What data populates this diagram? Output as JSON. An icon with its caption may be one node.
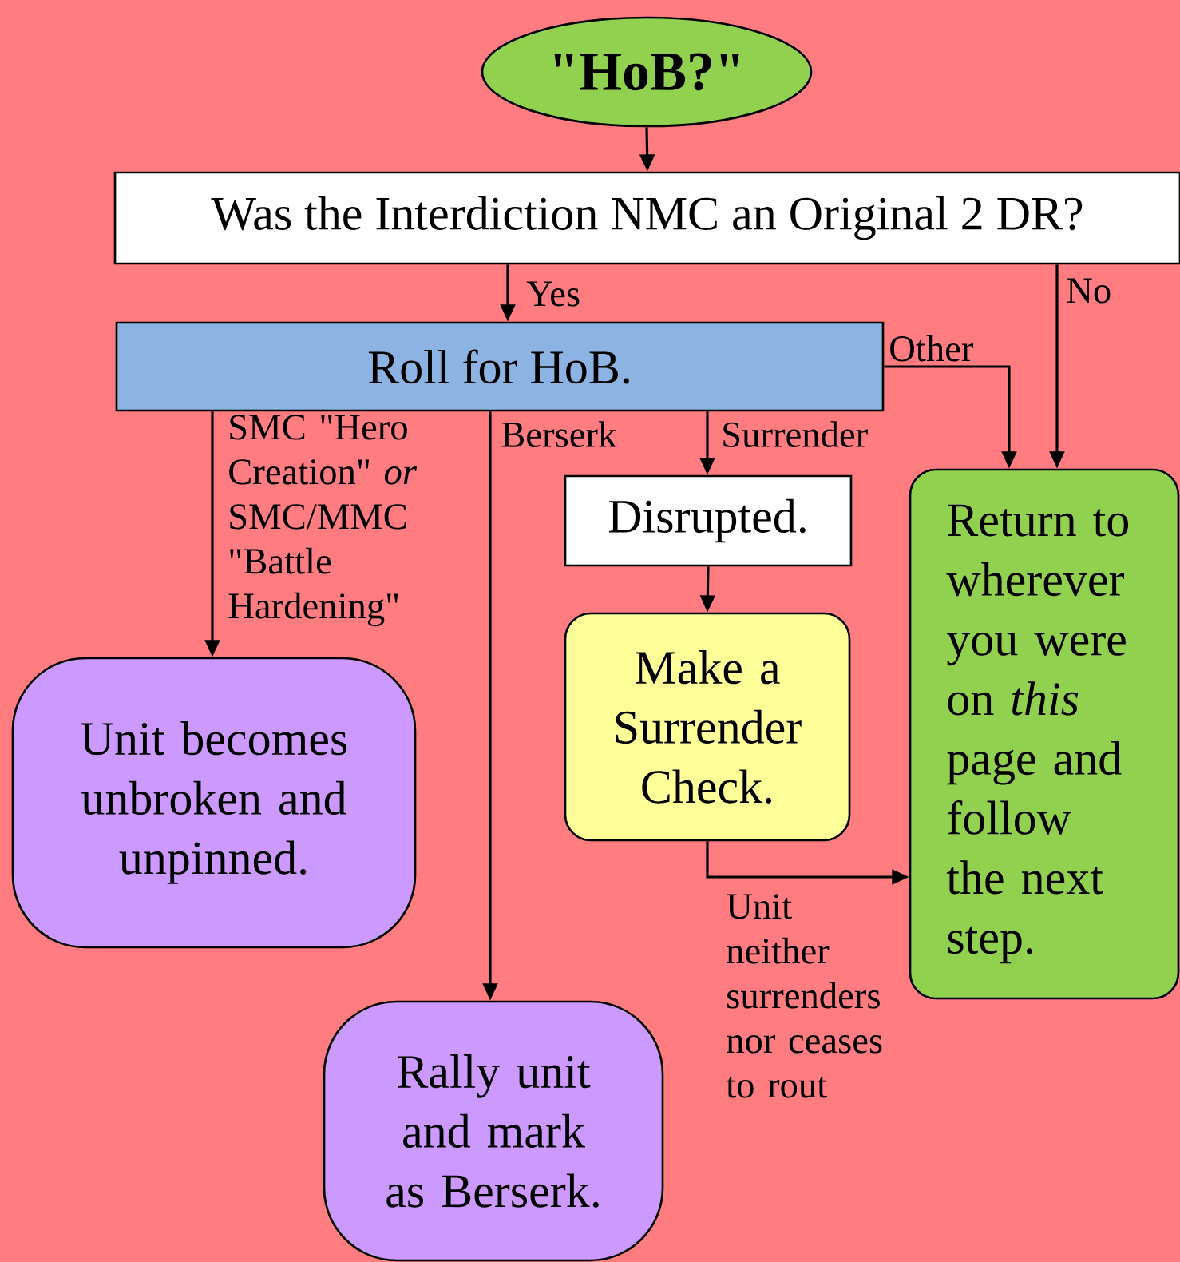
{
  "diagram": {
    "nodes": [
      {
        "text": [
          "\"HoB?\""
        ]
      },
      {
        "text": [
          "Was the Interdiction NMC an Original 2 DR?"
        ]
      },
      {
        "text": [
          "Roll for HoB."
        ]
      },
      {
        "text": [
          "Disrupted."
        ]
      },
      {
        "text": [
          "Make a Surrender Check."
        ]
      },
      {
        "text": [
          "Return to wherever you were on *this* page and follow the next step."
        ]
      },
      {
        "text": [
          "Unit becomes unbroken and unpinned."
        ]
      },
      {
        "text": [
          "Rally unit and mark as Berserk."
        ]
      }
    ],
    "edges": [
      {
        "from": 0,
        "to": 1,
        "arrow": "to"
      },
      {
        "from": 1,
        "to": 2,
        "arrow": "to",
        "label": "Yes"
      },
      {
        "from": 1,
        "to": 5,
        "arrow": "to",
        "label": "No"
      },
      {
        "from": 2,
        "to": 5,
        "arrow": "to",
        "label": "Other"
      },
      {
        "from": 2,
        "to": 6,
        "arrow": "to",
        "label": "SMC \"Hero Creation\" *or* SMC/MMC \"Battle Hardening\""
      },
      {
        "from": 2,
        "to": 7,
        "arrow": "to",
        "label": "Berserk"
      },
      {
        "from": 2,
        "to": 3,
        "arrow": "to",
        "label": "Surrender"
      },
      {
        "from": 3,
        "to": 4,
        "arrow": "to"
      },
      {
        "from": 4,
        "to": 5,
        "arrow": "to",
        "label": "Unit neither surrenders nor ceases to rout"
      }
    ]
  }
}
